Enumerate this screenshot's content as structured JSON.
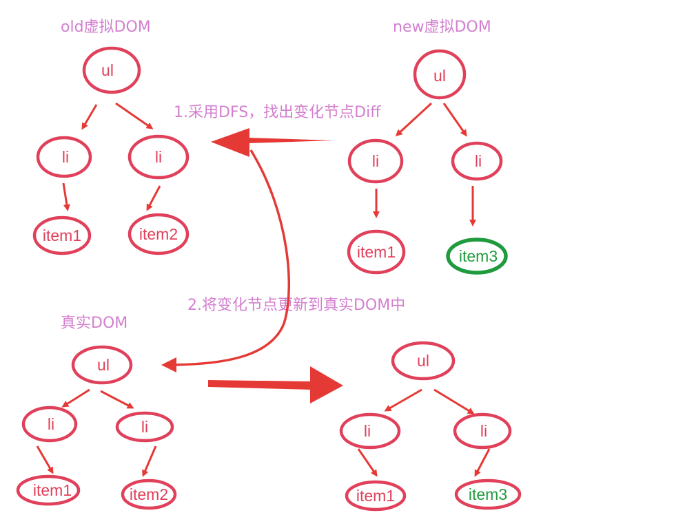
{
  "titles": {
    "old_vdom": "old虚拟DOM",
    "new_vdom": "new虚拟DOM",
    "real_dom": "真实DOM"
  },
  "steps": {
    "diff": "1.采用DFS，找出变化节点Diff",
    "patch": "2.将变化节点更新到真实DOM中"
  },
  "colors": {
    "node": "#e0405a",
    "changed": "#1f9a3c",
    "arrow": "#e53935",
    "text": "#d37fcf"
  },
  "trees": {
    "old": {
      "root": "ul",
      "children": [
        "li",
        "li"
      ],
      "leaves": [
        "item1",
        "item2"
      ]
    },
    "new": {
      "root": "ul",
      "children": [
        "li",
        "li"
      ],
      "leaves": [
        "item1",
        "item3"
      ]
    },
    "real": {
      "root": "ul",
      "children": [
        "li",
        "li"
      ],
      "leaves": [
        "item1",
        "item2"
      ]
    },
    "result": {
      "root": "ul",
      "children": [
        "li",
        "li"
      ],
      "leaves": [
        "item1",
        "item3"
      ]
    }
  }
}
